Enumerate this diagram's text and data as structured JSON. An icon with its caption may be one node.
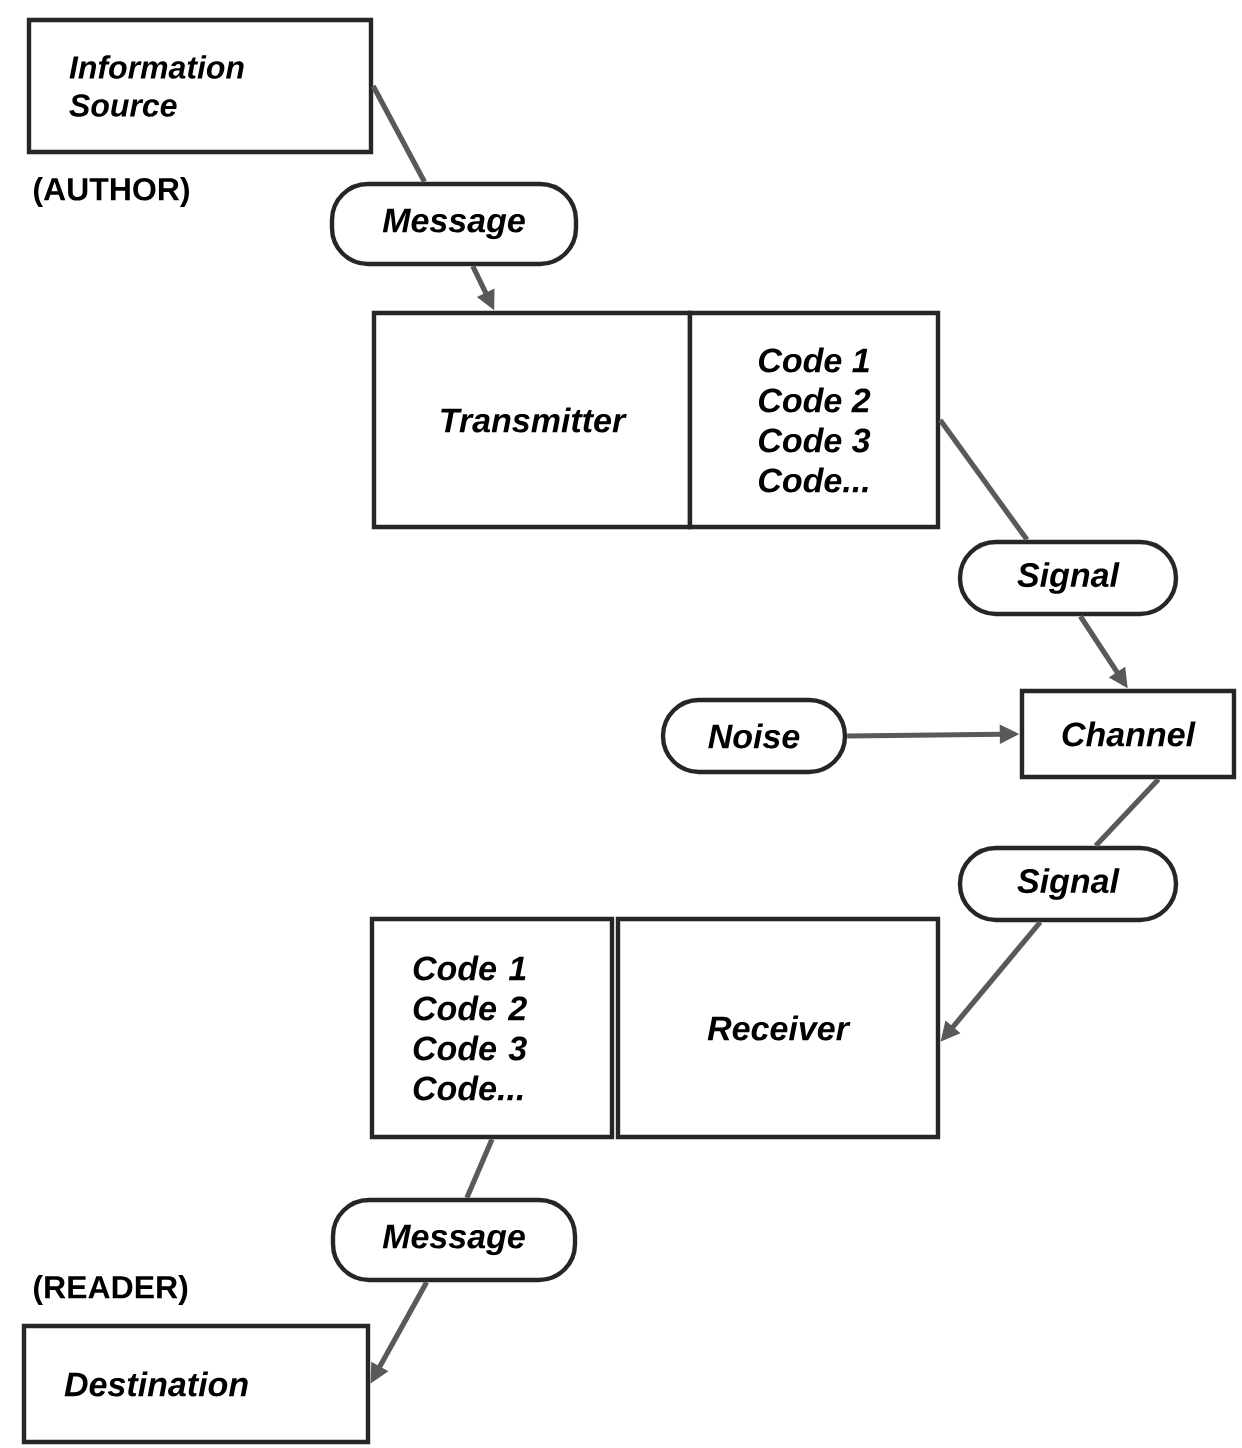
{
  "diagram": {
    "nodes": [
      {
        "text": [
          "Information Source"
        ],
        "beside": [
          "(AUTHOR)"
        ]
      },
      {
        "text": [
          "Message"
        ]
      },
      {
        "text": [
          "Transmitter"
        ]
      },
      {
        "text": [
          "Code 1",
          "Code 2",
          "Code 3",
          "Code..."
        ]
      },
      {
        "text": [
          "Signal"
        ]
      },
      {
        "text": [
          "Noise"
        ]
      },
      {
        "text": [
          "Channel"
        ]
      },
      {
        "text": [
          "Signal"
        ]
      },
      {
        "text": [
          "Code 1",
          "Code 2",
          "Code 3",
          "Code..."
        ]
      },
      {
        "text": [
          "Receiver"
        ]
      },
      {
        "text": [
          "Message"
        ]
      },
      {
        "text": [
          "Destination"
        ],
        "beside": [
          "(READER)"
        ]
      }
    ],
    "edges": [
      {
        "from": 0,
        "to": 1,
        "arrow": "none"
      },
      {
        "from": 1,
        "to": 2,
        "arrow": "to"
      },
      {
        "from": 3,
        "to": 4,
        "arrow": "none"
      },
      {
        "from": 4,
        "to": 6,
        "arrow": "to"
      },
      {
        "from": 5,
        "to": 6,
        "arrow": "to"
      },
      {
        "from": 6,
        "to": 7,
        "arrow": "none"
      },
      {
        "from": 7,
        "to": 9,
        "arrow": "to"
      },
      {
        "from": 8,
        "to": 10,
        "arrow": "none"
      },
      {
        "from": 10,
        "to": 11,
        "arrow": "to"
      }
    ]
  }
}
